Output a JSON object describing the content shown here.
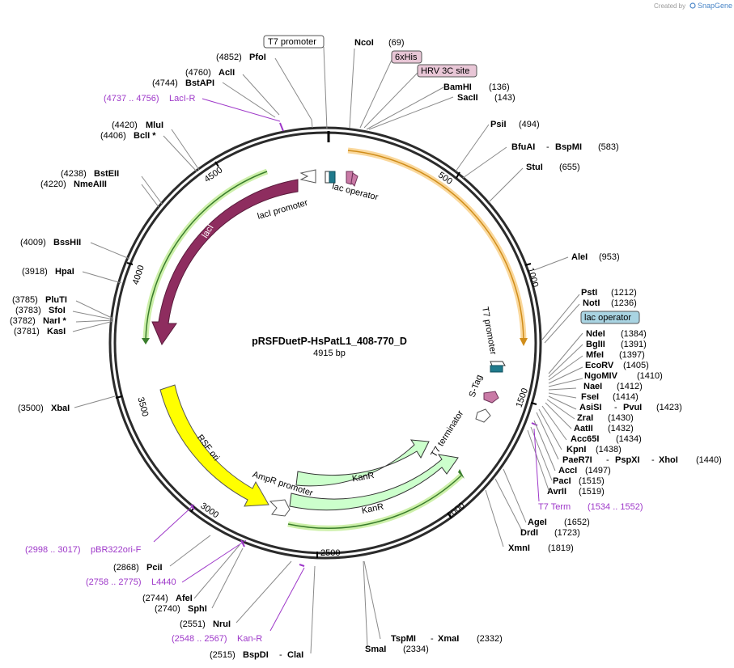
{
  "credit": {
    "prefix": "Created by",
    "brand": "SnapGene"
  },
  "map": {
    "name": "pRSFDuetP-HsPatL1_408-770_D",
    "size": "4915 bp"
  },
  "ticks": [
    "500",
    "1000",
    "1500",
    "2000",
    "2500",
    "3000",
    "3500",
    "4000",
    "4500"
  ],
  "features": {
    "laci": "lacI",
    "laci_promoter": "lacI promoter",
    "lac_operator": "lac operator",
    "t7_promoter": "T7 promoter",
    "s_tag": "S-Tag",
    "t7_terminator": "T7 terminator",
    "kanr_inner": "KanR",
    "kanr_outer": "KanR",
    "ampr_promoter": "AmpR promoter",
    "rsf_ori": "RSF ori"
  },
  "boxed": {
    "t7_promoter": "T7 promoter",
    "his6": "6xHis",
    "hrv": "HRV 3C site",
    "lac_operator": "lac operator"
  },
  "sites": {
    "s_pfoi": {
      "pos": "(4852)",
      "name": "PfoI"
    },
    "s_ncoi": {
      "pos": "(69)",
      "name": "NcoI"
    },
    "s_acli": {
      "pos": "(4760)",
      "name": "AclI"
    },
    "s_bstapi": {
      "pos": "(4744)",
      "name": "BstAPI"
    },
    "s_bamhi": {
      "name": "BamHI",
      "pos": "(136)"
    },
    "s_sacii": {
      "name": "SacII",
      "pos": "(143)"
    },
    "s_psii": {
      "name": "PsiI",
      "pos": "(494)"
    },
    "s_mlui": {
      "pos": "(4420)",
      "name": "MluI"
    },
    "s_bcli": {
      "pos": "(4406)",
      "name": "BclI *"
    },
    "s_bfuai": {
      "name": "BfuAI",
      "sep": "-",
      "name2": "BspMI",
      "pos": "(583)"
    },
    "s_stui": {
      "name": "StuI",
      "pos": "(655)"
    },
    "s_bsteii": {
      "pos": "(4238)",
      "name": "BstEII"
    },
    "s_nmeaiii": {
      "pos": "(4220)",
      "name": "NmeAIII"
    },
    "s_bsshii": {
      "pos": "(4009)",
      "name": "BssHII"
    },
    "s_alei": {
      "name": "AleI",
      "pos": "(953)"
    },
    "s_hpai": {
      "pos": "(3918)",
      "name": "HpaI"
    },
    "s_psti": {
      "name": "PstI",
      "pos": "(1212)"
    },
    "s_noti": {
      "name": "NotI",
      "pos": "(1236)"
    },
    "s_pluti": {
      "pos": "(3785)",
      "name": "PluTI"
    },
    "s_sfoi": {
      "pos": "(3783)",
      "name": "SfoI"
    },
    "s_nari": {
      "pos": "(3782)",
      "name": "NarI *"
    },
    "s_kasi": {
      "pos": "(3781)",
      "name": "KasI"
    },
    "s_ndei": {
      "name": "NdeI",
      "pos": "(1384)"
    },
    "s_bglii": {
      "name": "BglII",
      "pos": "(1391)"
    },
    "s_mfei": {
      "name": "MfeI",
      "pos": "(1397)"
    },
    "s_ecorv": {
      "name": "EcoRV",
      "pos": "(1405)"
    },
    "s_ngomiv": {
      "name": "NgoMIV",
      "pos": "(1410)"
    },
    "s_naei": {
      "name": "NaeI",
      "pos": "(1412)"
    },
    "s_fsei": {
      "name": "FseI",
      "pos": "(1414)"
    },
    "s_asisi": {
      "name": "AsiSI",
      "sep": "-",
      "name2": "PvuI",
      "pos": "(1423)"
    },
    "s_zrai": {
      "name": "ZraI",
      "pos": "(1430)"
    },
    "s_aatii": {
      "name": "AatII",
      "pos": "(1432)"
    },
    "s_acc65i": {
      "name": "Acc65I",
      "pos": "(1434)"
    },
    "s_kpni": {
      "name": "KpnI",
      "pos": "(1438)"
    },
    "s_paer7i": {
      "name": "PaeR7I",
      "sep": "-",
      "name2": "PspXI",
      "sep2": "-",
      "name3": "XhoI",
      "pos": "(1440)"
    },
    "s_xbai": {
      "pos": "(3500)",
      "name": "XbaI"
    },
    "s_acci": {
      "name": "AccI",
      "pos": "(1497)"
    },
    "s_paci": {
      "name": "PacI",
      "pos": "(1515)"
    },
    "s_avrii": {
      "name": "AvrII",
      "pos": "(1519)"
    },
    "s_agei": {
      "name": "AgeI",
      "pos": "(1652)"
    },
    "s_drdi": {
      "name": "DrdI",
      "pos": "(1723)"
    },
    "s_xmni": {
      "name": "XmnI",
      "pos": "(1819)"
    },
    "s_pcii": {
      "pos": "(2868)",
      "name": "PciI"
    },
    "s_afei": {
      "pos": "(2744)",
      "name": "AfeI"
    },
    "s_sphi": {
      "pos": "(2740)",
      "name": "SphI"
    },
    "s_drui": {
      "pos": "(2551)",
      "name": "NruI"
    },
    "s_tspmi": {
      "name": "TspMI",
      "sep": "-",
      "name2": "XmaI",
      "pos": "(2332)"
    },
    "s_smai": {
      "name": "SmaI",
      "pos": "(2334)"
    },
    "s_bspdi": {
      "pos": "(2515)",
      "name": "BspDI",
      "sep": "-",
      "name2": "ClaI"
    }
  },
  "primers": {
    "p_laci_r": {
      "range": "(4737 .. 4756)",
      "name": "LacI-R"
    },
    "p_t7term": {
      "name": "T7 Term",
      "range": "(1534 .. 1552)"
    },
    "p_pbr322": {
      "range": "(2998 .. 3017)",
      "name": "pBR322ori-F"
    },
    "p_l4440": {
      "range": "(2758 .. 2775)",
      "name": "L4440"
    },
    "p_kanr": {
      "range": "(2548 .. 2567)",
      "name": "Kan-R"
    }
  },
  "colors": {
    "backbone": "#2b2b2b",
    "laci": "#8e2d5f",
    "orange_glow": "#f6b84a",
    "yellow": "#ffff00",
    "kanr": "#ccffcc",
    "green_glow": "#b8e986",
    "teal": "#1f7a8c",
    "pink": "#c97aa6",
    "primer": "#9e38c9",
    "box_pink": "#e8c6d6",
    "box_blue": "#a9d4e2"
  }
}
